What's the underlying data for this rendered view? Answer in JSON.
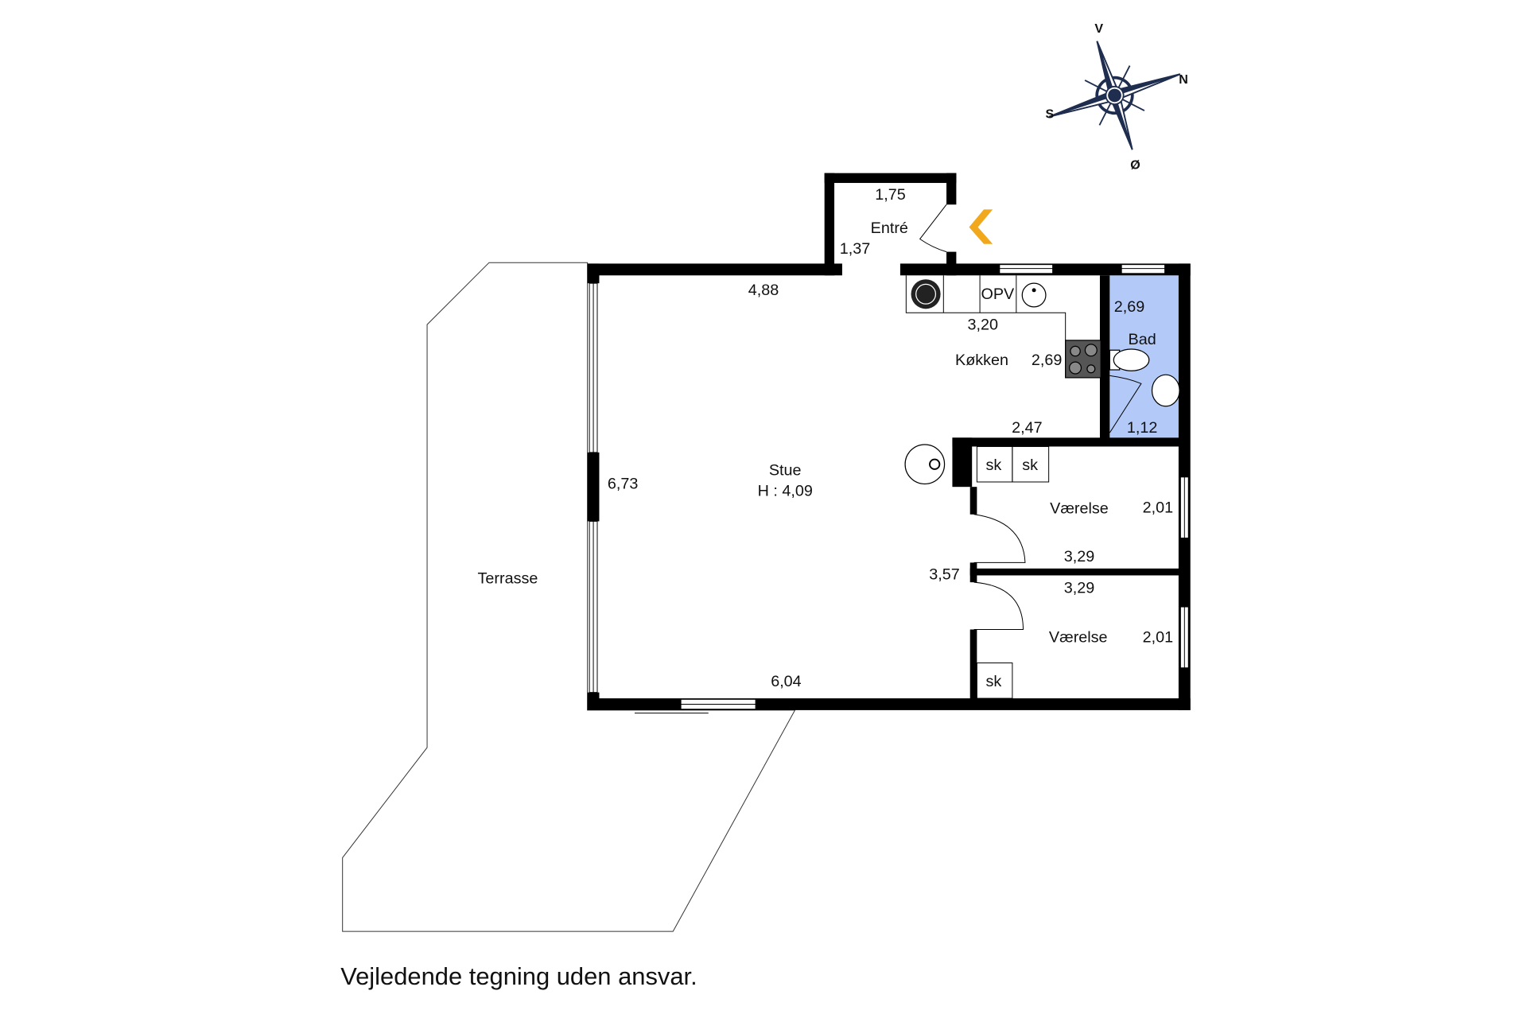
{
  "colors": {
    "wall": "#000000",
    "bathroom": "#b3c9f7",
    "entry_arrow": "#f2a81d",
    "compass": "#1f2d4f"
  },
  "compass": {
    "north": "N",
    "south": "S",
    "east": "Ø",
    "west": "V"
  },
  "rooms": {
    "entry": {
      "name": "Entré",
      "width": "1,75",
      "depth": "1,37"
    },
    "kitchen": {
      "name": "Køkken",
      "width": "3,20",
      "depth": "2,69",
      "opv": "OPV"
    },
    "bathroom": {
      "name": "Bad",
      "width": "2,69",
      "depth": "1,12"
    },
    "living": {
      "name": "Stue",
      "height": "H : 4,09",
      "top": "4,88",
      "side": "6,73",
      "bottom": "6,04",
      "inner": "3,57",
      "kitchen_bottom": "2,47"
    },
    "bedroom1": {
      "name": "Værelse",
      "width": "3,29",
      "depth": "2,01",
      "closets": [
        "sk",
        "sk"
      ]
    },
    "bedroom2": {
      "name": "Værelse",
      "width": "3,29",
      "depth": "2,01",
      "closets": [
        "sk"
      ]
    },
    "terrace": {
      "name": "Terrasse"
    }
  },
  "caption": "Vejledende tegning uden ansvar."
}
